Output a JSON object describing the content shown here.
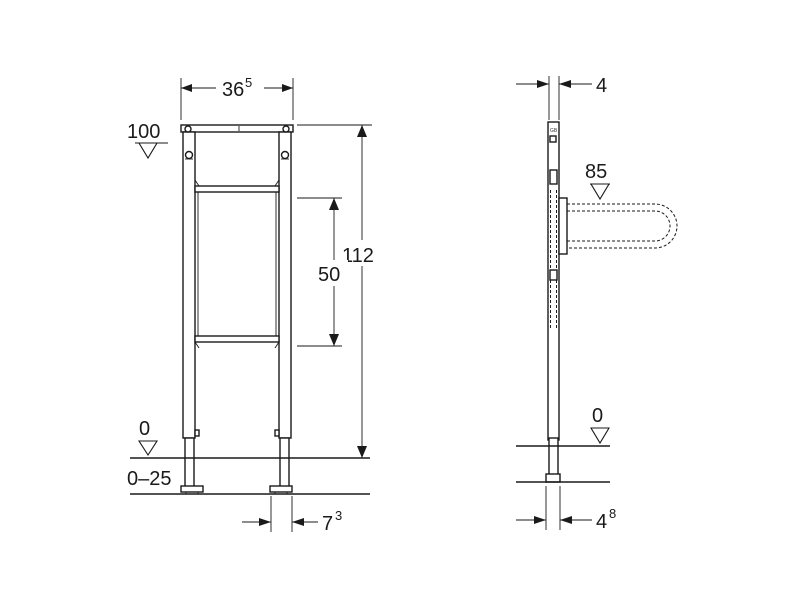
{
  "diagram": {
    "front_view": {
      "width_main": "36",
      "width_sup": "5",
      "height_total": "112",
      "height_mid": "50",
      "level_top": "100",
      "level_zero": "0",
      "level_range": "0–25",
      "foot_main": "7",
      "foot_sup": "3"
    },
    "side_view": {
      "depth_top": "4",
      "level_handle": "85",
      "level_zero": "0",
      "depth_bottom_main": "4",
      "depth_bottom_sup": "8",
      "rail_marking": "GB"
    }
  }
}
